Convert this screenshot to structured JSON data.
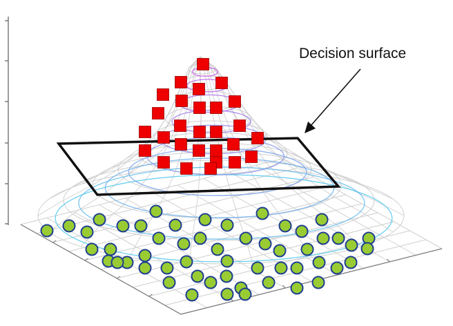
{
  "annotation": {
    "label": "Decision surface"
  },
  "colors": {
    "square_fill": "#ee0000",
    "square_stroke": "#990000",
    "circle_fill": "#99cc33",
    "circle_stroke": "#1f3f8f",
    "plane_stroke": "#111111",
    "mesh_line": "#cfcfcf",
    "contour_low": "#55c8ee",
    "contour_high": "#c55ae8"
  },
  "classes": [
    {
      "marker": "square",
      "color": "#ee0000"
    },
    {
      "marker": "circle",
      "color": "#99cc33"
    }
  ]
}
